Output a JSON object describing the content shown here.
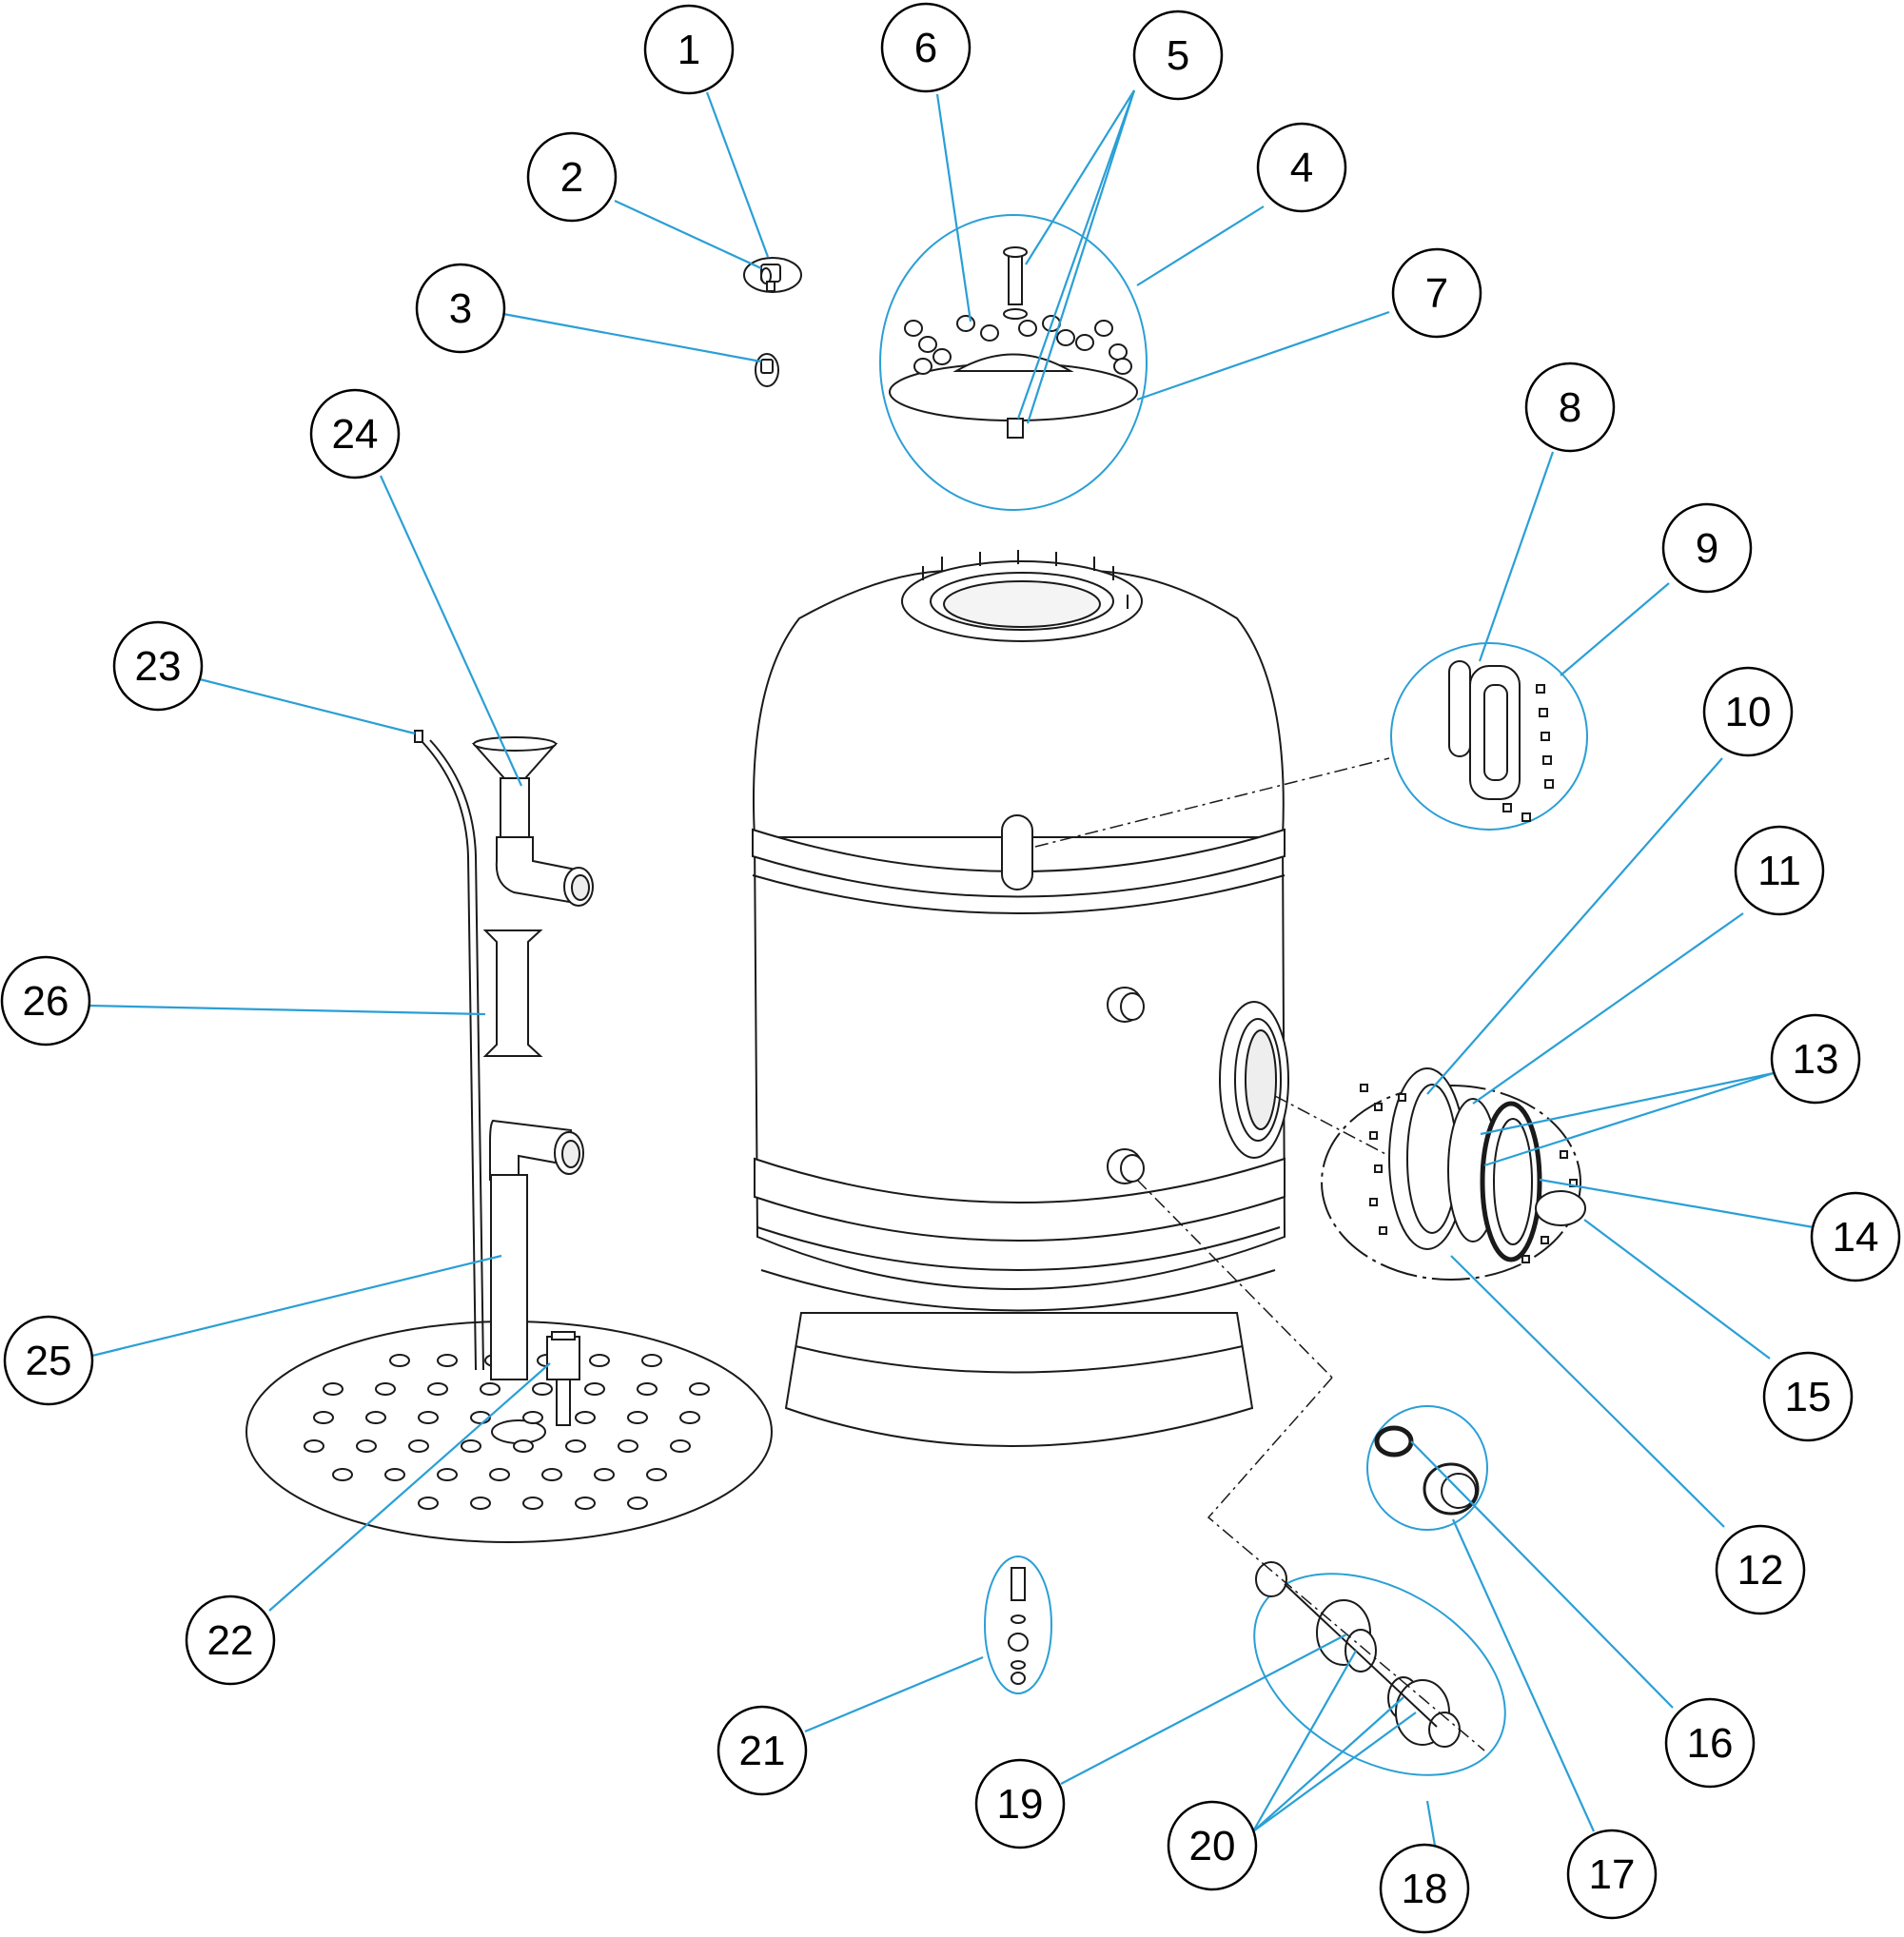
{
  "colors": {
    "leader": "#2a9fd6",
    "line": "#1a1a1a",
    "outline": "#000000",
    "background": "#ffffff"
  },
  "callouts": [
    {
      "id": "c1",
      "label": "1"
    },
    {
      "id": "c2",
      "label": "2"
    },
    {
      "id": "c3",
      "label": "3"
    },
    {
      "id": "c4",
      "label": "4"
    },
    {
      "id": "c5",
      "label": "5"
    },
    {
      "id": "c6",
      "label": "6"
    },
    {
      "id": "c7",
      "label": "7"
    },
    {
      "id": "c8",
      "label": "8"
    },
    {
      "id": "c9",
      "label": "9"
    },
    {
      "id": "c10",
      "label": "10"
    },
    {
      "id": "c11",
      "label": "11"
    },
    {
      "id": "c12",
      "label": "12"
    },
    {
      "id": "c13",
      "label": "13"
    },
    {
      "id": "c14",
      "label": "14"
    },
    {
      "id": "c15",
      "label": "15"
    },
    {
      "id": "c16",
      "label": "16"
    },
    {
      "id": "c17",
      "label": "17"
    },
    {
      "id": "c18",
      "label": "18"
    },
    {
      "id": "c19",
      "label": "19"
    },
    {
      "id": "c20",
      "label": "20"
    },
    {
      "id": "c21",
      "label": "21"
    },
    {
      "id": "c22",
      "label": "22"
    },
    {
      "id": "c23",
      "label": "23"
    },
    {
      "id": "c24",
      "label": "24"
    },
    {
      "id": "c25",
      "label": "25"
    },
    {
      "id": "c26",
      "label": "26"
    }
  ]
}
